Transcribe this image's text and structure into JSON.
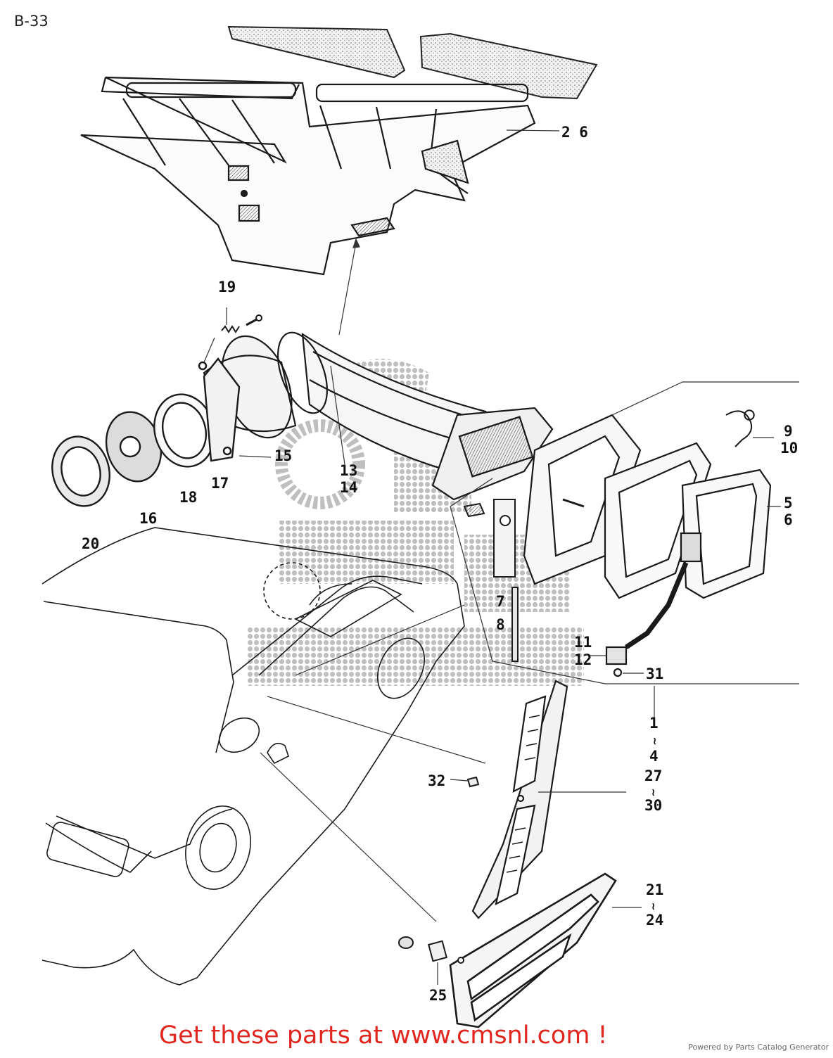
{
  "page_code": "B-33",
  "callouts": {
    "c26": "2 6",
    "c19": "19",
    "c9": "9",
    "c10": "10",
    "c5": "5",
    "c6": "6",
    "c15": "15",
    "c13": "13",
    "c14": "14",
    "c17": "17",
    "c18": "18",
    "c16": "16",
    "c20": "20",
    "c7": "7",
    "c8": "8",
    "c11": "11",
    "c12": "12",
    "c31": "31",
    "c1": "1",
    "c4": "4",
    "c27": "27",
    "c30": "30",
    "c32": "32",
    "c21": "21",
    "c24": "24",
    "c25": "25"
  },
  "footer": {
    "cta": "Get these parts at www.cmsnl.com !",
    "powered_by": "Powered by Parts Catalog Generator"
  },
  "colors": {
    "ink": "#1a1a1a",
    "cta_red": "#e0261f",
    "watermark": "#b5b5b5"
  }
}
